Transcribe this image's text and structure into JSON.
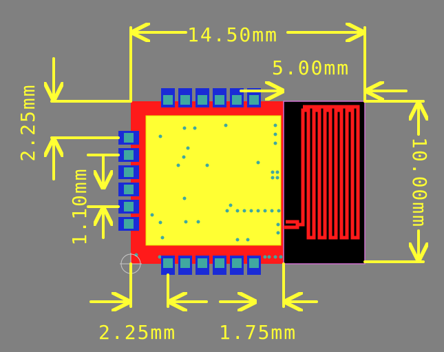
{
  "dimensions": {
    "total_width": "14.50mm",
    "antenna_width": "5.00mm",
    "height": "10.00mm",
    "pad_offset_vertical": "2.25mm",
    "pad_pitch_vertical": "1.10mm",
    "pad_offset_horizontal": "2.25mm",
    "pad_pitch_horizontal": "1.75mm"
  },
  "colors": {
    "background": "#808080",
    "dimension_lines": "#ffff33",
    "board_red": "#ff1a1a",
    "shield_yellow": "#ffff33",
    "pad_blue": "#1a2bd6",
    "pad_teal": "#40a8a0",
    "antenna_black": "#000000",
    "antenna_trace": "#ff1a1a"
  },
  "board": {
    "top_pads": 6,
    "bottom_pads": 6,
    "left_pads": 6
  }
}
